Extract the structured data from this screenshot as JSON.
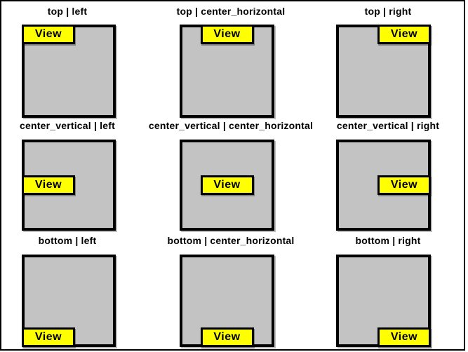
{
  "button": {
    "label": "View",
    "fill_color": "#ffff00",
    "border_color": "#000000",
    "text_color": "#000000"
  },
  "box": {
    "fill_color": "#c3c3c3",
    "border_color": "#000000"
  },
  "frame": {
    "background_color": "#ffffff",
    "border_color": "#000000"
  },
  "cells": [
    {
      "label": "top | left",
      "vertical": "top",
      "horizontal": "left"
    },
    {
      "label": "top | center_horizontal",
      "vertical": "top",
      "horizontal": "center_horizontal"
    },
    {
      "label": "top | right",
      "vertical": "top",
      "horizontal": "right"
    },
    {
      "label": "center_vertical | left",
      "vertical": "center_vertical",
      "horizontal": "left"
    },
    {
      "label": "center_vertical | center_horizontal",
      "vertical": "center_vertical",
      "horizontal": "center_horizontal"
    },
    {
      "label": "center_vertical | right",
      "vertical": "center_vertical",
      "horizontal": "right"
    },
    {
      "label": "bottom | left",
      "vertical": "bottom",
      "horizontal": "left"
    },
    {
      "label": "bottom | center_horizontal",
      "vertical": "bottom",
      "horizontal": "center_horizontal"
    },
    {
      "label": "bottom | right",
      "vertical": "bottom",
      "horizontal": "right"
    }
  ]
}
